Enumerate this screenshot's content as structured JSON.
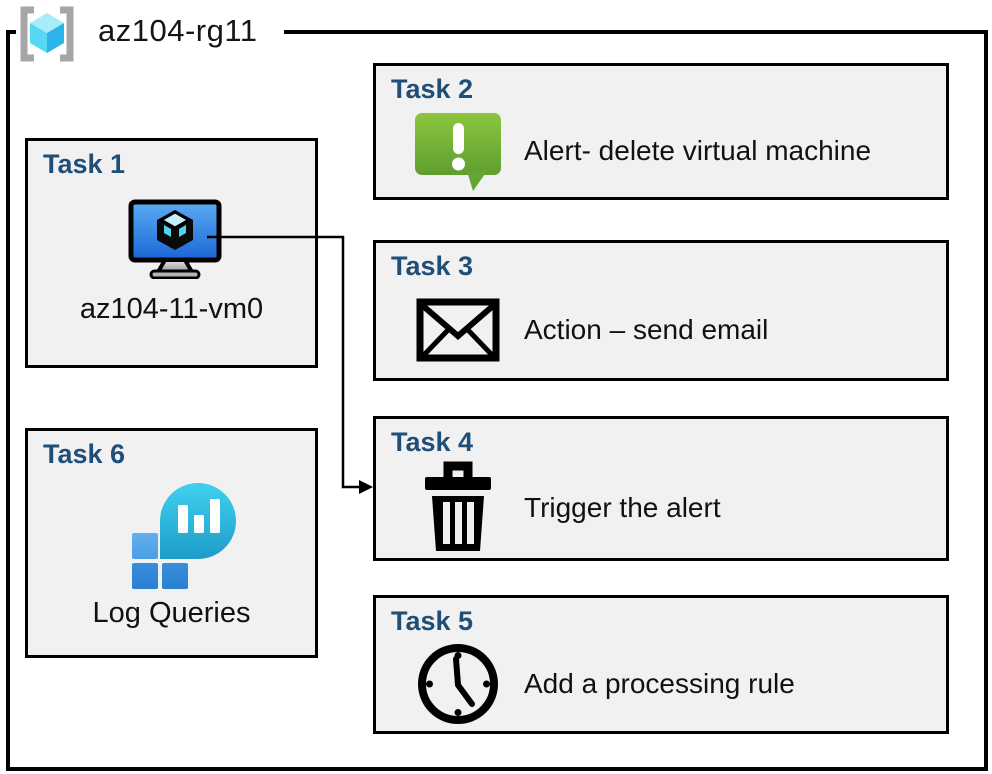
{
  "resource_group": {
    "label": "az104-rg11",
    "icon": "resource-group-icon"
  },
  "tasks": [
    {
      "title": "Task 1",
      "label": "az104-11-vm0",
      "icon": "virtual-machine-icon"
    },
    {
      "title": "Task 2",
      "label": "Alert- delete virtual machine",
      "icon": "alert-icon"
    },
    {
      "title": "Task 3",
      "label": "Action – send email",
      "icon": "email-icon"
    },
    {
      "title": "Task 4",
      "label": "Trigger the alert",
      "icon": "trash-icon"
    },
    {
      "title": "Task 5",
      "label": "Add a processing rule",
      "icon": "clock-icon"
    },
    {
      "title": "Task 6",
      "label": "Log Queries",
      "icon": "log-queries-icon"
    }
  ],
  "connector": {
    "from": "Task 1",
    "to": "Task 4"
  },
  "colors": {
    "task_title_blue": "#1F4E79",
    "box_fill": "#F1F1F1",
    "box_border": "#000000",
    "alert_green_top": "#8CC63F",
    "alert_green_bottom": "#5F9E2F",
    "vm_screen_blue_top": "#5BABF3",
    "vm_screen_blue_bottom": "#1B66D6",
    "log_bubble_top": "#3FD1F1",
    "log_bubble_bottom": "#1E9CC8",
    "azure_square_light": "#5CAAEA",
    "azure_square_dark": "#2E85D4",
    "rg_cube_cyan": "#3EC6EF",
    "bracket_gray": "#A6A6A6"
  }
}
